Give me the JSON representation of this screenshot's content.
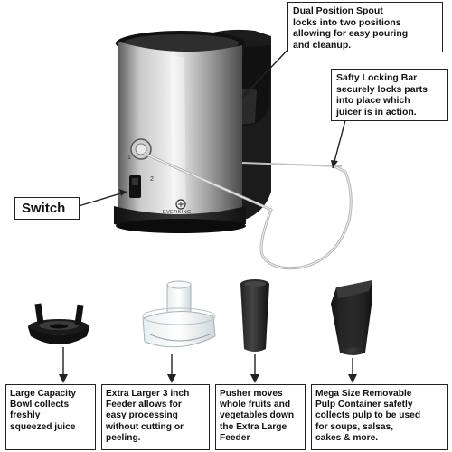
{
  "product": {
    "brand": "EVERKING"
  },
  "callouts": {
    "spout": [
      "Dual Position Spout",
      "locks into two positions",
      "allowing for easy pouring",
      "and cleanup."
    ],
    "locking_bar": [
      "Safty Locking Bar",
      "securely locks parts",
      "into place which",
      "juicer is in action."
    ],
    "switch": "Switch"
  },
  "dial": {
    "positions": [
      "1",
      "2"
    ]
  },
  "parts": [
    {
      "name": "bowl",
      "text": [
        "Large Capacity",
        "Bowl collects",
        "freshly",
        "squeezed juice"
      ]
    },
    {
      "name": "feeder",
      "text": [
        "Extra Larger 3 inch",
        "Feeder allows for",
        "easy processing",
        "without cutting or",
        "peeling."
      ]
    },
    {
      "name": "pusher",
      "text": [
        "Pusher moves",
        "whole fruits and",
        "vegetables down",
        "the Extra Large",
        "Feeder"
      ]
    },
    {
      "name": "pulp",
      "text": [
        "Mega Size Removable",
        "Pulp Container safetly",
        "collects pulp to be used",
        "for soups, salsas,",
        "cakes & more."
      ]
    }
  ]
}
